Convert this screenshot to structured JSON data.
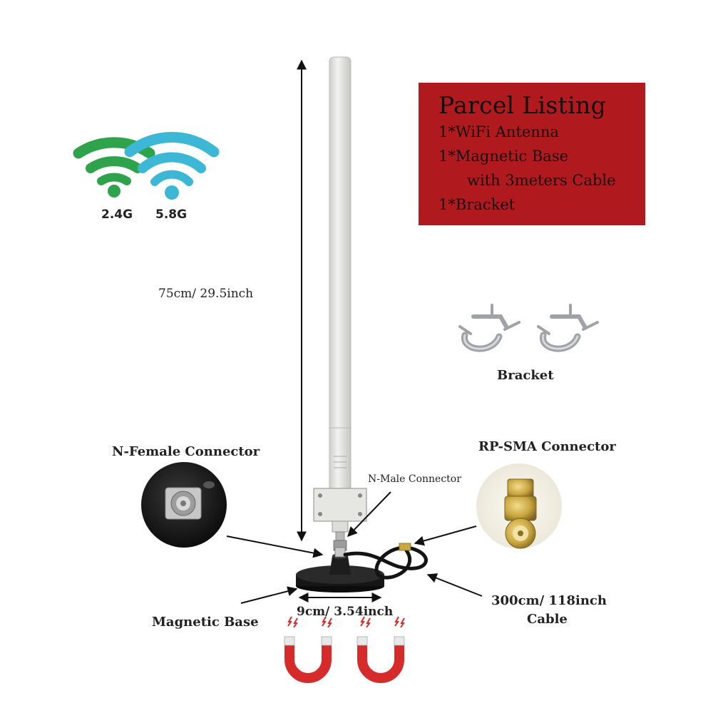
{
  "wifi": {
    "band_a_label": "2.4G",
    "band_b_label": "5.8G",
    "band_a_color": "#2ea34c",
    "band_b_color": "#3cb8d6"
  },
  "parcel": {
    "title": "Parcel Listing",
    "items": [
      "1*WiFi Antenna",
      "1*Magnetic Base",
      "with 3meters Cable",
      "1*Bracket"
    ],
    "background_color": "#b01a1f"
  },
  "labels": {
    "height": "75cm/ 29.5inch",
    "bracket": "Bracket",
    "n_female": "N-Female Connector",
    "n_male": "N-Male Connector",
    "rp_sma": "RP-SMA Connector",
    "magnetic_base": "Magnetic Base",
    "base_width": "9cm/ 3.54inch",
    "cable_length": "300cm/ 118inch",
    "cable_word": "Cable"
  },
  "colors": {
    "magnet_red": "#d62b2b",
    "antenna": "#e4e5e1",
    "base": "#1a1a1a",
    "gold": "#c9a640"
  }
}
